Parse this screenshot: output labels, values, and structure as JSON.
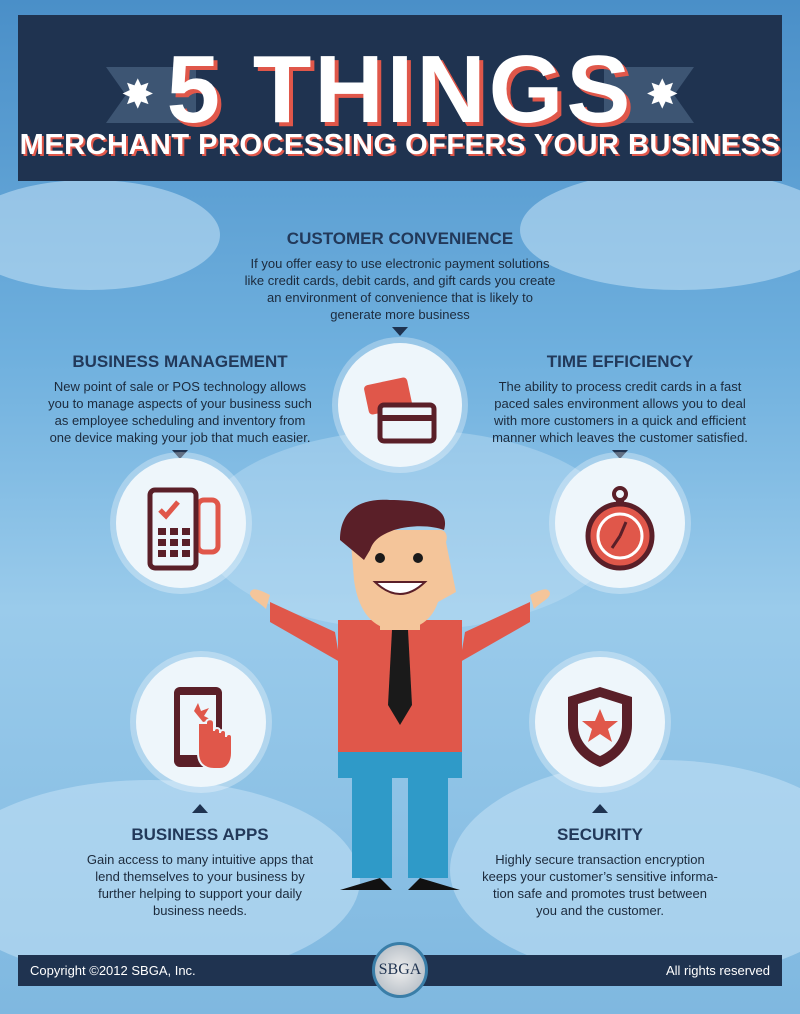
{
  "header": {
    "title": "5 THINGS",
    "subtitle": "MERCHANT PROCESSING OFFERS YOUR BUSINESS"
  },
  "sections": {
    "customer_convenience": {
      "heading": "CUSTOMER CONVENIENCE",
      "lines": [
        "If you offer easy to use electronic payment solutions",
        "like credit cards, debit cards, and gift cards you create",
        "an environment of convenience that is likely to",
        "generate more business"
      ],
      "icon": "credit-card-icon"
    },
    "business_management": {
      "heading": "BUSINESS MANAGEMENT",
      "lines": [
        "New point of sale or POS technology allows",
        "you to manage aspects of your business such",
        "as employee scheduling and inventory from",
        "one device making your job that much easier."
      ],
      "icon": "pos-terminal-icon"
    },
    "time_efficiency": {
      "heading": "TIME EFFICIENCY",
      "lines": [
        "The ability to process credit cards in a fast",
        "paced sales environment allows you to deal",
        "with more customers in a quick and efficient",
        "manner which leaves the customer satisfied."
      ],
      "icon": "stopwatch-icon"
    },
    "business_apps": {
      "heading": "BUSINESS APPS",
      "lines": [
        "Gain access to many intuitive apps that",
        "lend themselves to your business by",
        "further helping to support your daily",
        "business needs."
      ],
      "icon": "smartphone-tap-icon"
    },
    "security": {
      "heading": "SECURITY",
      "lines": [
        "Highly secure transaction encryption",
        "keeps your customer’s sensitive informa-",
        "tion safe and promotes trust between",
        "you and the customer."
      ],
      "icon": "shield-star-icon"
    }
  },
  "footer": {
    "copyright": "Copyright ©2012 SBGA, Inc.",
    "rights": "All rights reserved",
    "seal": "SBGA"
  },
  "colors": {
    "navy": "#1f3350",
    "red": "#e0574a",
    "maroon": "#5a1f28",
    "sky": "#6fb0de"
  }
}
